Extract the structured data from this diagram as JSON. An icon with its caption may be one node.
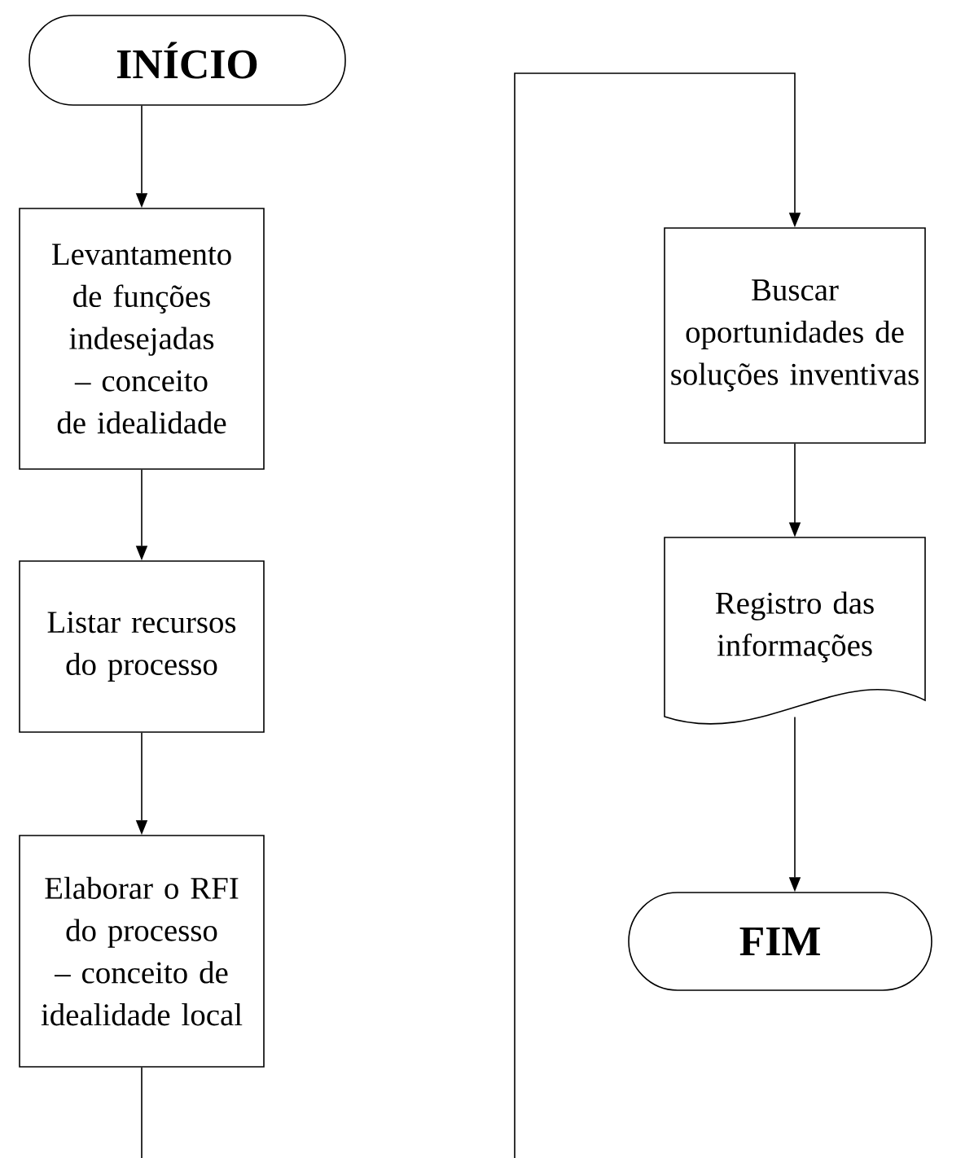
{
  "diagram": {
    "nodes": [
      {
        "text": [
          "INÍCIO"
        ]
      },
      {
        "text": [
          "Levantamento de funções indesejadas – conceito de idealidade"
        ]
      },
      {
        "text": [
          "Listar recursos do processo"
        ]
      },
      {
        "text": [
          "Elaborar o RFI do processo – conceito de idealidade local"
        ]
      },
      {
        "text": [
          "Buscar oportunidades de soluções inventivas"
        ]
      },
      {
        "text": [
          "Registro das informações"
        ]
      },
      {
        "text": [
          "FIM"
        ]
      }
    ],
    "edges": [
      {
        "from": 0,
        "to": 1,
        "arrow": "to"
      },
      {
        "from": 1,
        "to": 2,
        "arrow": "to"
      },
      {
        "from": 2,
        "to": 3,
        "arrow": "to"
      },
      {
        "from": 3,
        "to": 4,
        "arrow": "to"
      },
      {
        "from": 4,
        "to": 5,
        "arrow": "to"
      },
      {
        "from": 5,
        "to": 6,
        "arrow": "to"
      }
    ]
  }
}
